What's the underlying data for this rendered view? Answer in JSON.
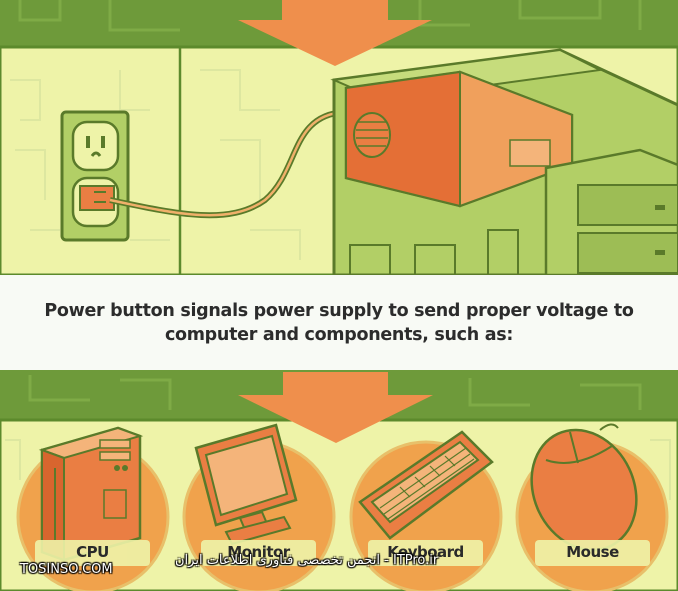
{
  "caption": {
    "line1": "Power button signals power supply to send proper voltage to",
    "line2": "computer and components, such as:"
  },
  "components": [
    {
      "label": "CPU",
      "icon": "cpu-tower-icon"
    },
    {
      "label": "Monitor",
      "icon": "monitor-icon"
    },
    {
      "label": "Keyboard",
      "icon": "keyboard-icon"
    },
    {
      "label": "Mouse",
      "icon": "mouse-icon"
    }
  ],
  "watermark": {
    "left": "TOSINSO.COM",
    "right": "ITPro.ir - انجمن تخصصی فناوری اطلاعات ایران"
  },
  "colors": {
    "panel_bg": "#eef3a8",
    "panel_border": "#5c8a2c",
    "outer_green": "#6e9a3a",
    "arrow_orange": "#ef8f4c",
    "circle_fill": "#f0a24c",
    "device_orange": "#ea7e43",
    "case_green": "#b2cf66",
    "outline_dark": "#5a7a2a"
  }
}
